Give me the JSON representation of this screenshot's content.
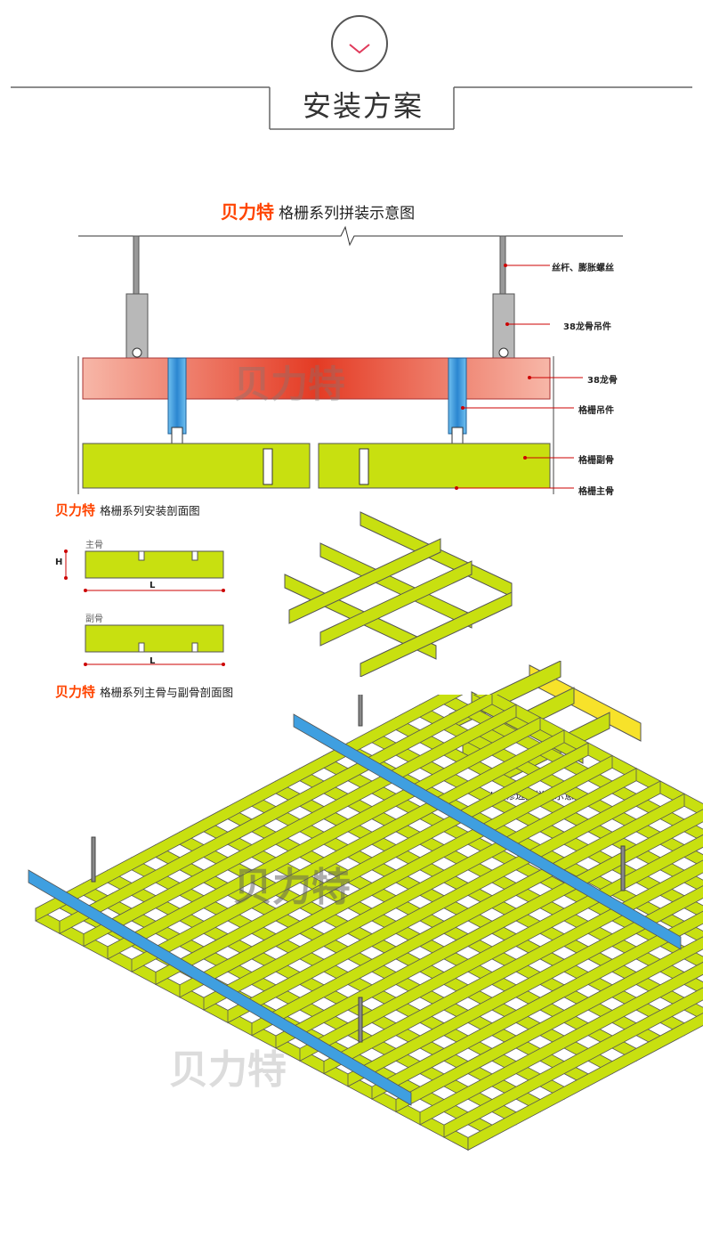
{
  "header": {
    "section_title": "安装方案"
  },
  "diagram1": {
    "brand": "贝力特",
    "title": "格栅系列拼装示意图",
    "labels": [
      "丝杆、膨胀螺丝",
      "38龙骨吊件",
      "38龙骨",
      "格栅吊件",
      "格栅副骨",
      "格栅主骨"
    ]
  },
  "diagram2": {
    "brand": "贝力特",
    "title": "格栅系列安装剖面图",
    "main_label": "主骨",
    "sub_label": "副骨",
    "h_label": "H",
    "l_label": "L"
  },
  "diagram3": {
    "brand": "贝力特",
    "title": "格栅系列主骨与副骨剖面图"
  },
  "diagram4": {
    "caption": "L型修边角拼装示意图"
  },
  "watermark": "贝力特",
  "colors": {
    "grid_green": "#c8e010",
    "beam_blue": "#3f9fe0",
    "beam_red": "#e43b24",
    "brand_orange": "#ff4400",
    "edge_yellow": "#f7e22a"
  }
}
